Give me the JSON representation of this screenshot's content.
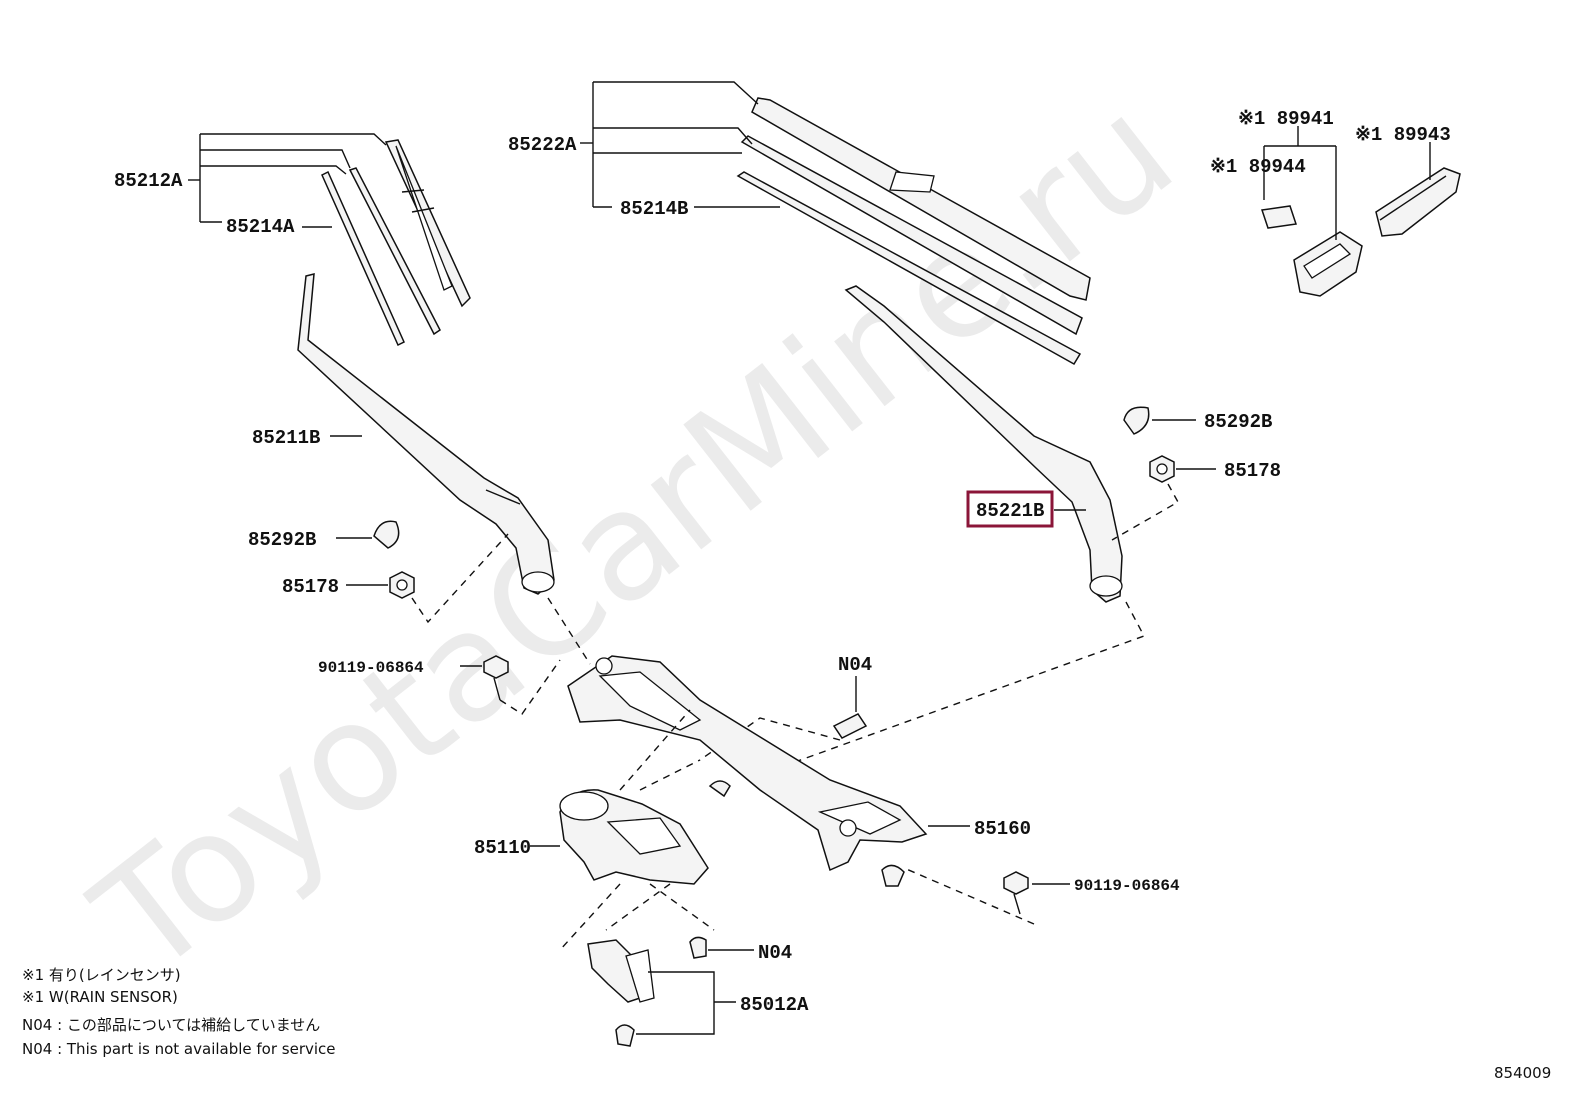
{
  "watermark": "ToyotaCarMine.ru",
  "diagram_id": "854009",
  "highlighted_part": "85221B",
  "labels": {
    "p85212A": "85212A",
    "p85214A": "85214A",
    "p85222A": "85222A",
    "p85214B": "85214B",
    "p89941": "※1 89941",
    "p89943": "※1 89943",
    "p89944": "※1 89944",
    "p85211B": "85211B",
    "p85292B_left": "85292B",
    "p85178_left": "85178",
    "p85292B_right": "85292B",
    "p85178_right": "85178",
    "p85221B": "85221B",
    "p90119_left": "90119-06864",
    "pN04_top": "N04",
    "p85160": "85160",
    "p85110": "85110",
    "p90119_right": "90119-06864",
    "pN04_bottom": "N04",
    "p85012A": "85012A"
  },
  "notes": [
    "※1 有り(レインセンサ)",
    "※1 W(RAIN SENSOR)",
    "N04 : この部品については補給していません",
    "N04 : This part is not available for service"
  ],
  "colors": {
    "highlight": "#8b1538",
    "watermark": "#ebebeb"
  }
}
